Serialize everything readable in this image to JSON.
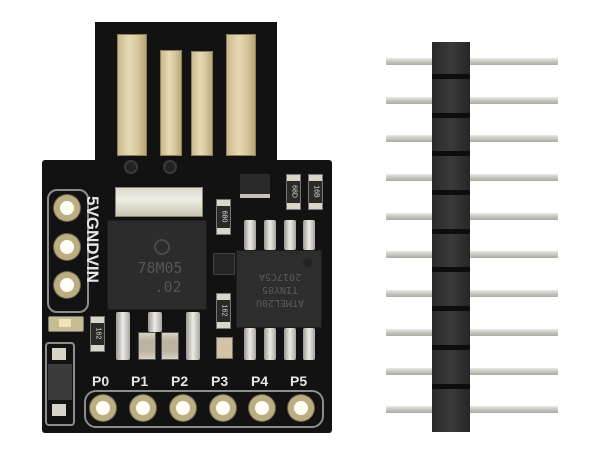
{
  "scene": {
    "description": "Product photo: Digispark ATtiny85 USB development board beside a 10-pin male header strip",
    "background": "#ffffff"
  },
  "board": {
    "pcb_color": "#121212",
    "usb_contacts": 4,
    "power_labels": [
      "5V",
      "GND",
      "VIN"
    ],
    "io_labels": [
      "P0",
      "P1",
      "P2",
      "P3",
      "P4",
      "P5"
    ],
    "regulator": {
      "line1": "78M05",
      "line2": ".02"
    },
    "mcu": {
      "line1": "ATMEL20U",
      "line2": "TINY85",
      "line3": "2017C5A"
    },
    "resistor_codes": [
      "68D",
      "16B",
      "680",
      "162",
      "162"
    ]
  },
  "pin_header": {
    "pin_count": 10,
    "body_color": "#2e2e2e",
    "pin_color": "#c8c7c0"
  }
}
